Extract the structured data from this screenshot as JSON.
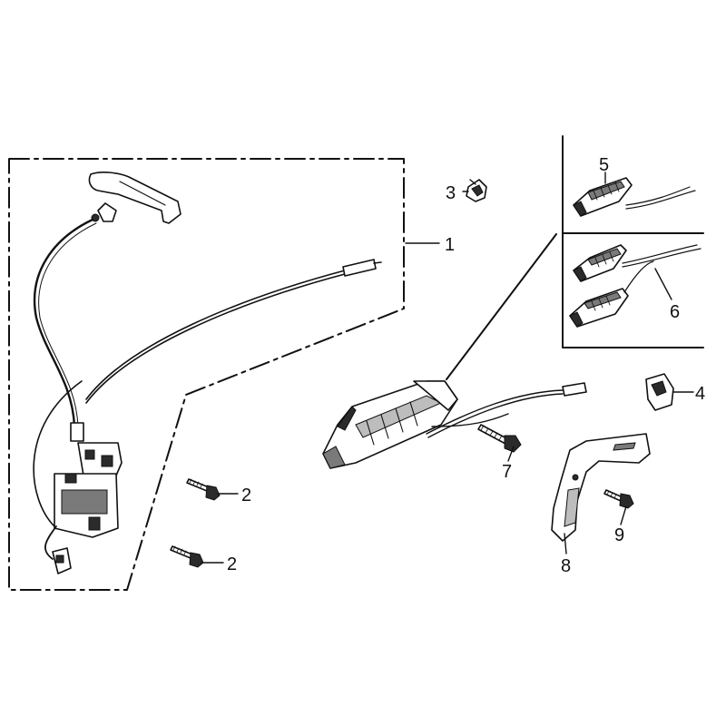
{
  "colors": {
    "ink": "#111111",
    "background": "#ffffff",
    "shade": "#7a7a7a"
  },
  "callouts": [
    {
      "id": "1",
      "label": "1"
    },
    {
      "id": "2a",
      "label": "2"
    },
    {
      "id": "2b",
      "label": "2"
    },
    {
      "id": "3",
      "label": "3"
    },
    {
      "id": "4",
      "label": "4"
    },
    {
      "id": "5",
      "label": "5"
    },
    {
      "id": "6",
      "label": "6"
    },
    {
      "id": "7",
      "label": "7"
    },
    {
      "id": "8",
      "label": "8"
    },
    {
      "id": "9",
      "label": "9"
    }
  ]
}
